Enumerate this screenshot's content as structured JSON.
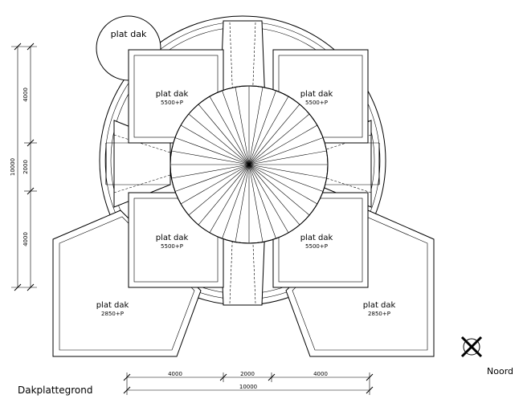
{
  "drawing": {
    "title": "Dakplattegrond",
    "north_label": "Noord",
    "roofs": {
      "round_small": {
        "label": "plat dak"
      },
      "tl": {
        "label": "plat dak",
        "level": "5500+P"
      },
      "tr": {
        "label": "plat dak",
        "level": "5500+P"
      },
      "bl": {
        "label": "plat dak",
        "level": "5500+P"
      },
      "br": {
        "label": "plat dak",
        "level": "5500+P"
      },
      "wing_left": {
        "label": "plat dak",
        "level": "2850+P"
      },
      "wing_right": {
        "label": "plat dak",
        "level": "2850+P"
      }
    },
    "dimensions": {
      "vertical": {
        "segments": [
          "4000",
          "2000",
          "4000"
        ],
        "total": "10000"
      },
      "horizontal": {
        "segments": [
          "4000",
          "2000",
          "4000"
        ],
        "total": "10000"
      }
    }
  }
}
